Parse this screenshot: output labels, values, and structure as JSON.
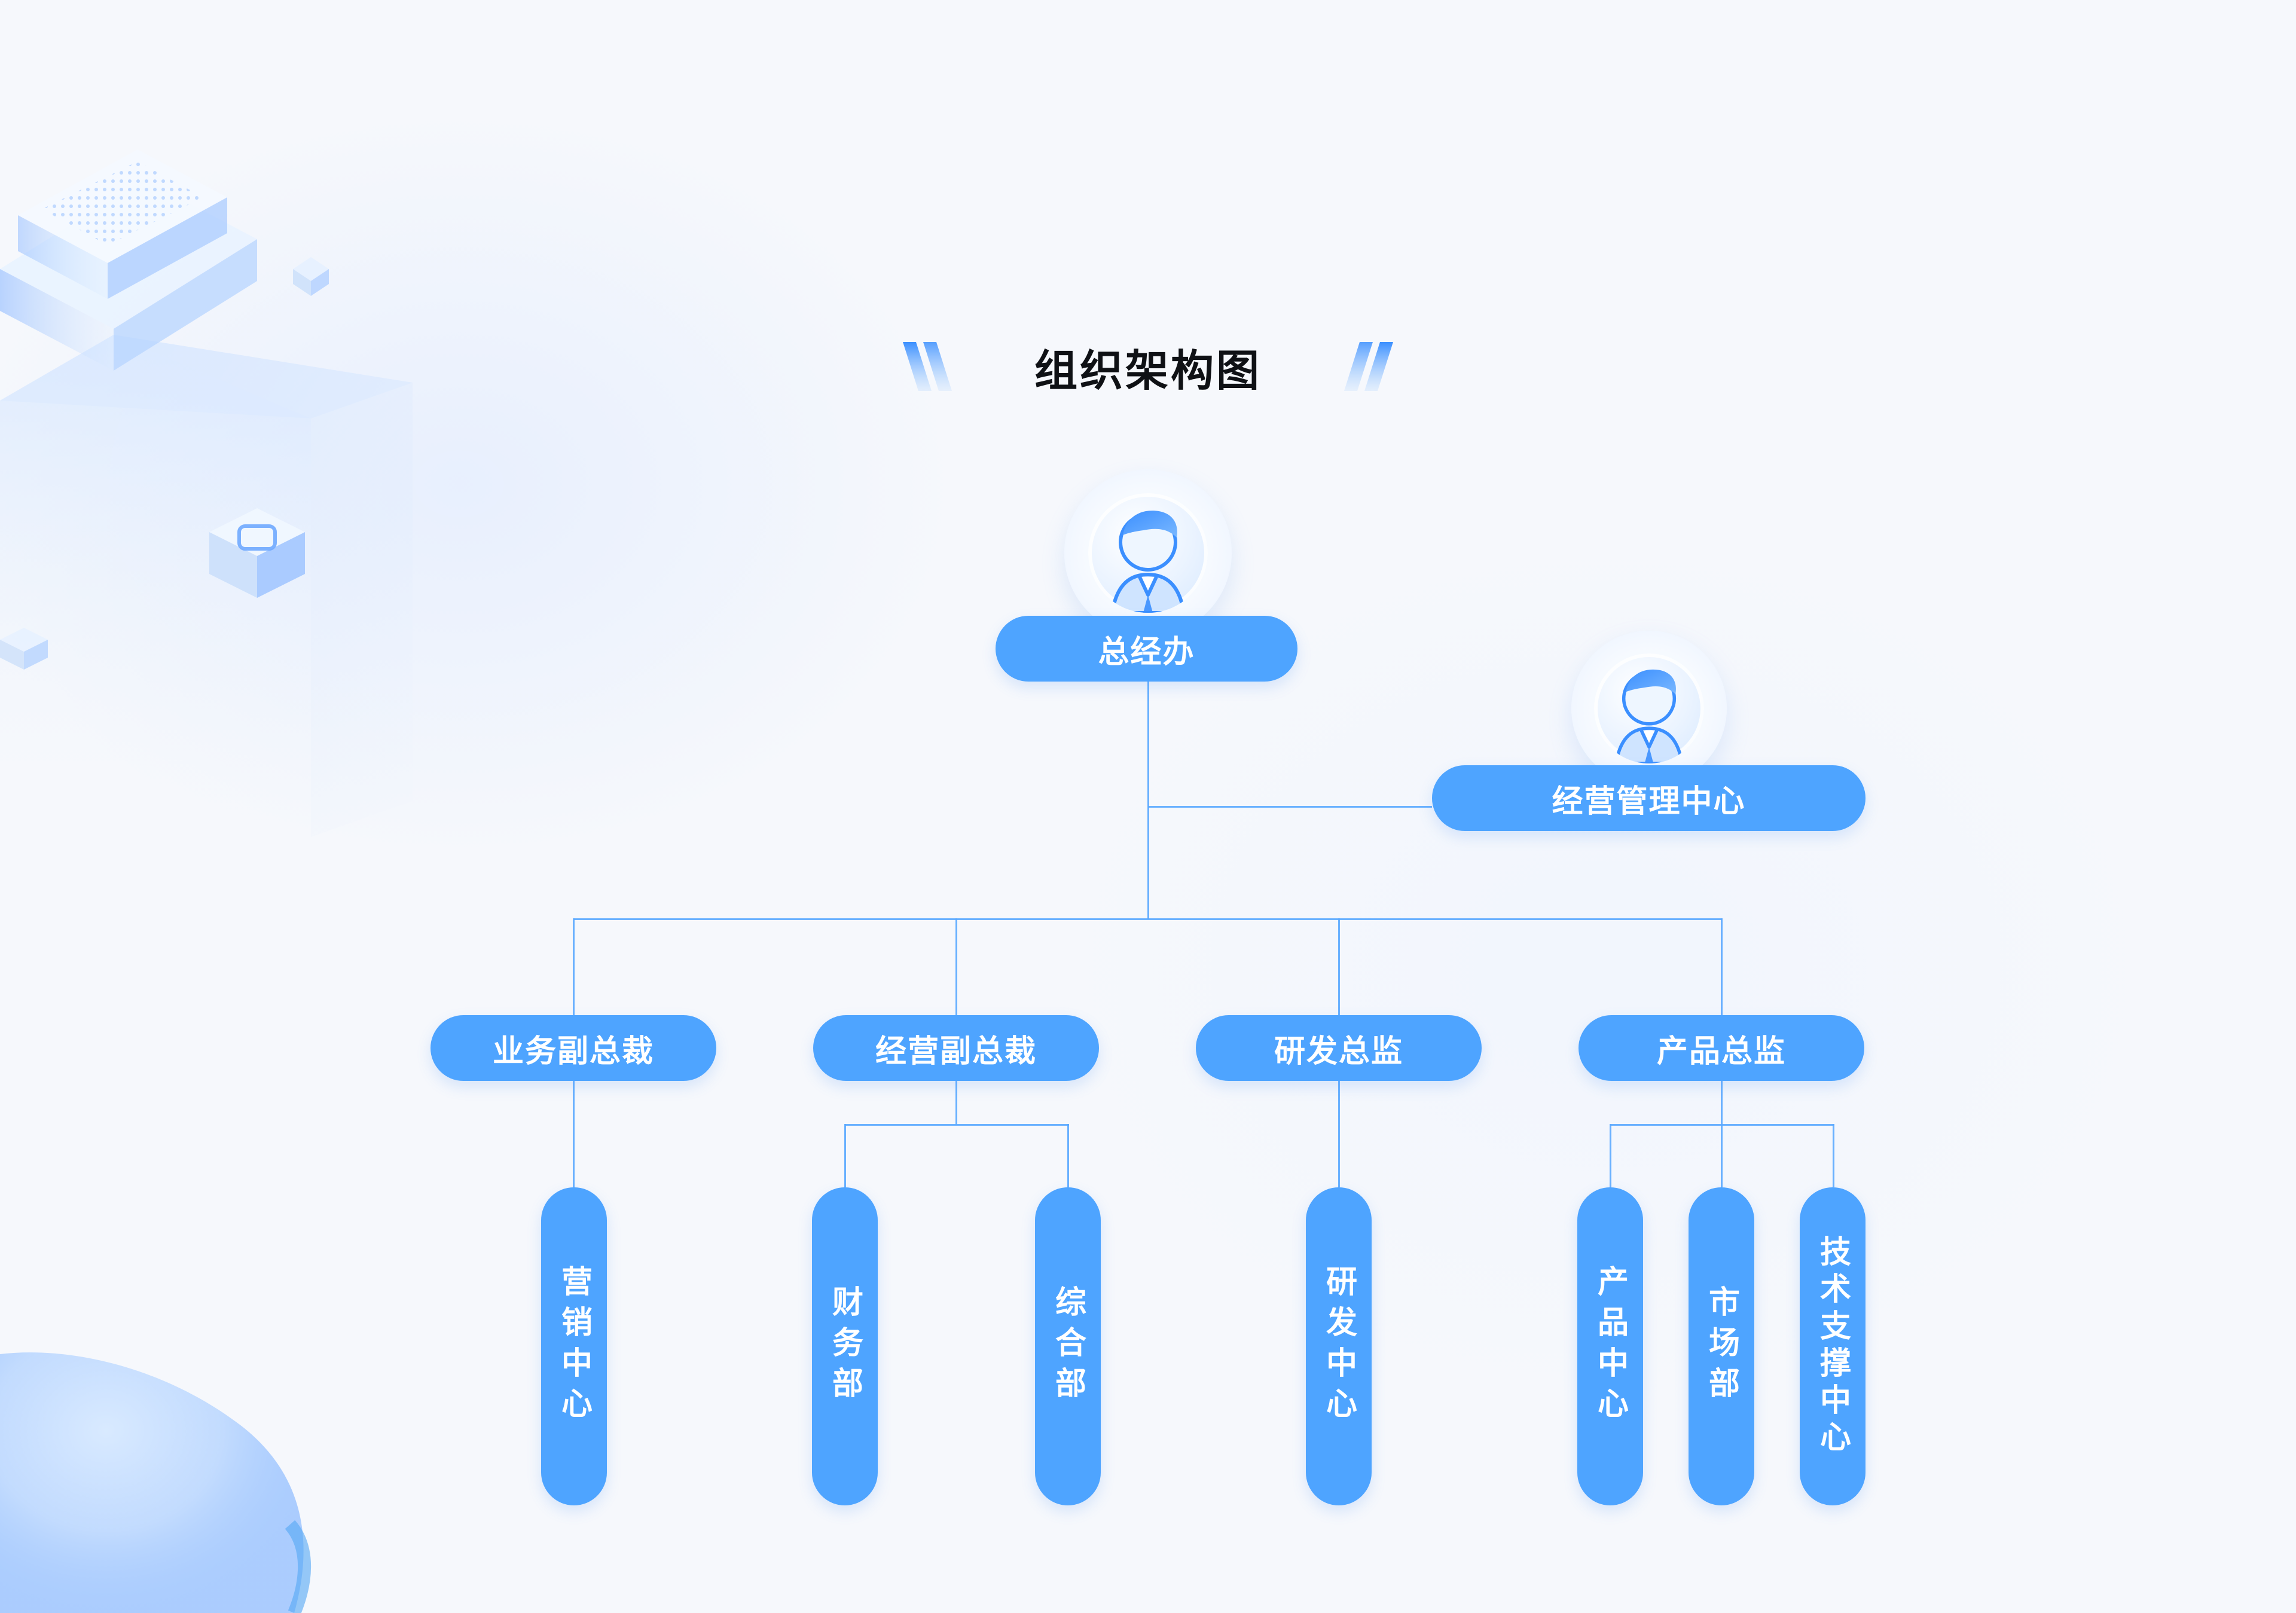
{
  "diagram": {
    "title": "组织架构图",
    "colors": {
      "accent": "#4ea4ff",
      "line": "#5aa8ff",
      "text_dark": "#0f1115",
      "bg": "#f6f8fc"
    },
    "nodes": {
      "top": {
        "label": "总经办"
      },
      "side": {
        "label": "经营管理中心"
      },
      "level2": [
        {
          "label": "业务副总裁"
        },
        {
          "label": "经营副总裁"
        },
        {
          "label": "研发总监"
        },
        {
          "label": "产品总监"
        }
      ],
      "level3": [
        {
          "label": "营销中心"
        },
        {
          "label": "财务部"
        },
        {
          "label": "综合部"
        },
        {
          "label": "研发中心"
        },
        {
          "label": "产品中心"
        },
        {
          "label": "市场部"
        },
        {
          "label": "技术支撑中心"
        }
      ]
    },
    "icons": {
      "avatar": "person-avatar-icon"
    }
  }
}
